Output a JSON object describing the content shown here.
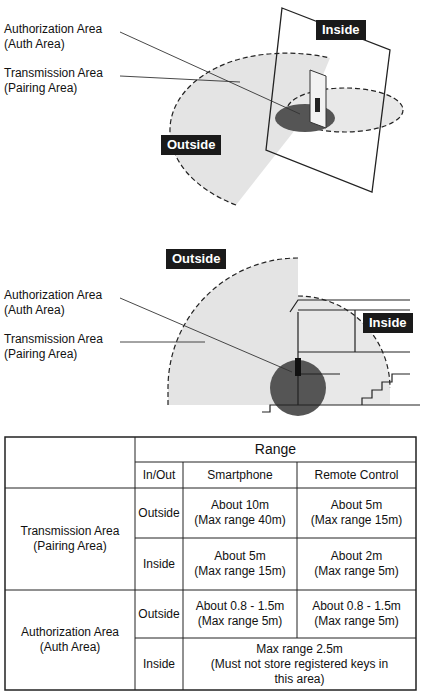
{
  "diagram": {
    "nodes": [
      {
        "text": [
          "Inside"
        ]
      },
      {
        "text": [
          "Outside"
        ]
      },
      {
        "text": [
          "Outside"
        ]
      },
      {
        "text": [
          "Inside"
        ]
      }
    ],
    "labels": [
      "Authorization Area (Auth Area)",
      "Transmission Area (Pairing Area)",
      "Authorization Area (Auth Area)",
      "Transmission Area (Pairing Area)",
      "Range",
      "In/Out",
      "Smartphone",
      "Remote Control",
      "Transmission Area (Pairing Area)",
      "Outside",
      "About 10m (Max range 40m)",
      "About 5m (Max range 15m)",
      "Inside",
      "About 5m (Max range 15m)",
      "About 2m (Max range 5m)",
      "Authorization Area (Auth Area)",
      "Outside",
      "About 0.8 - 1.5m (Max range 5m)",
      "About 0.8 - 1.5m (Max range 5m)",
      "Inside",
      "Max range 2.5m (Must not store registered keys in this area)"
    ]
  }
}
